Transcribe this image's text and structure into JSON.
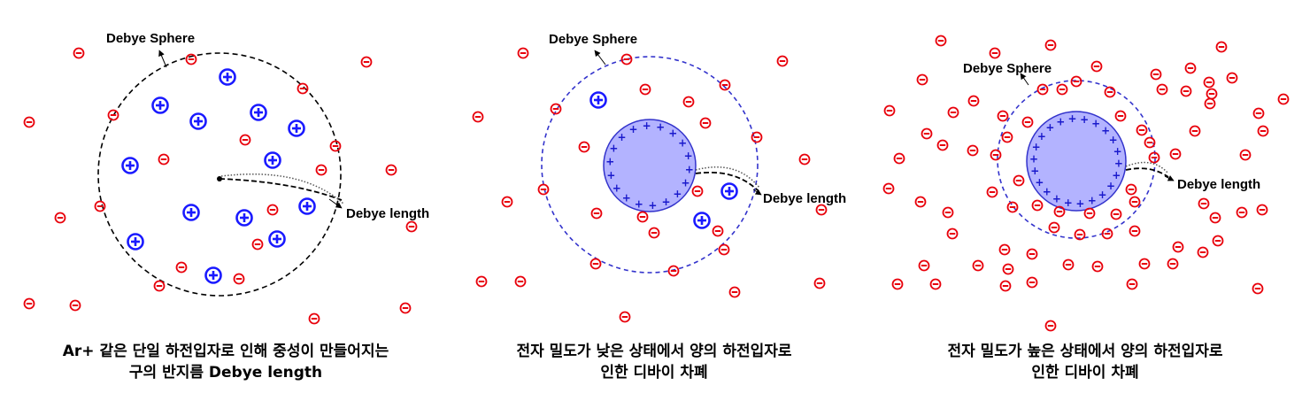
{
  "panels": [
    {
      "sphere_label": "Debye Sphere",
      "length_label": "Debye length",
      "caption_line1": "Ar+ 같은 단일 하전입자로 인해 중성이 만들어지는",
      "caption_line2": "구의 반지름 Debye length"
    },
    {
      "sphere_label": "Debye Sphere",
      "length_label": "Debye length",
      "caption_line1": "전자 밀도가 낮은 상태에서 양의 하전입자로",
      "caption_line2": "인한 디바이 차폐"
    },
    {
      "sphere_label": "Debye Sphere",
      "length_label": "Debye length",
      "caption_line1": "전자 밀도가 높은 상태에서 양의 하전입자로",
      "caption_line2": "인한 디바이 차폐"
    }
  ],
  "colors": {
    "electron": "#e8000b",
    "positive_ion": "#1a1aff",
    "particle_fill": "#b3b3ff",
    "particle_border": "#3333cc",
    "sphere_dashed_panel1": "#000000",
    "sphere_dashed_panel2_3": "#3333cc"
  },
  "icons": {
    "electron": "minus-in-circle",
    "positive_ion": "plus-in-circle",
    "particle_charge": "plus"
  }
}
